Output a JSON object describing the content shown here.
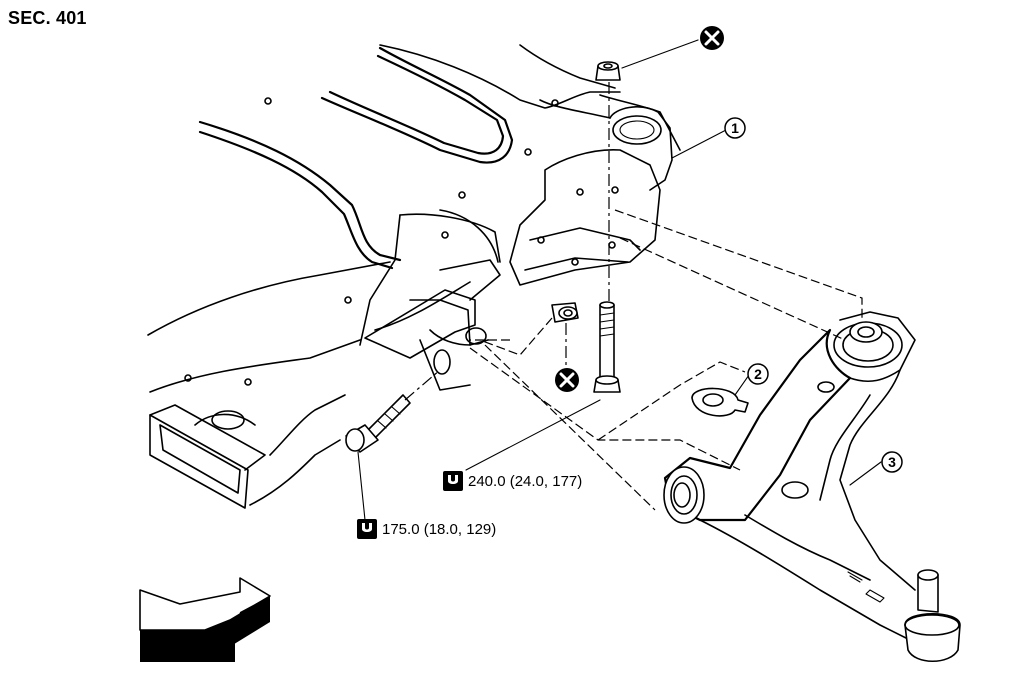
{
  "section": {
    "label": "SEC. 401"
  },
  "callouts": [
    {
      "id": "1",
      "text": "1"
    },
    {
      "id": "2",
      "text": "2"
    },
    {
      "id": "3",
      "text": "3"
    }
  ],
  "torque_specs": [
    {
      "text": "240.0 (24.0, 177)"
    },
    {
      "text": "175.0 (18.0, 129)"
    }
  ],
  "symbols": {
    "non_reusable": "non-reusable-part-icon",
    "torque_wrench": "torque-wrench-icon",
    "front_arrow": "front-direction-arrow-icon"
  },
  "colors": {
    "line": "#000000",
    "background": "#ffffff"
  }
}
